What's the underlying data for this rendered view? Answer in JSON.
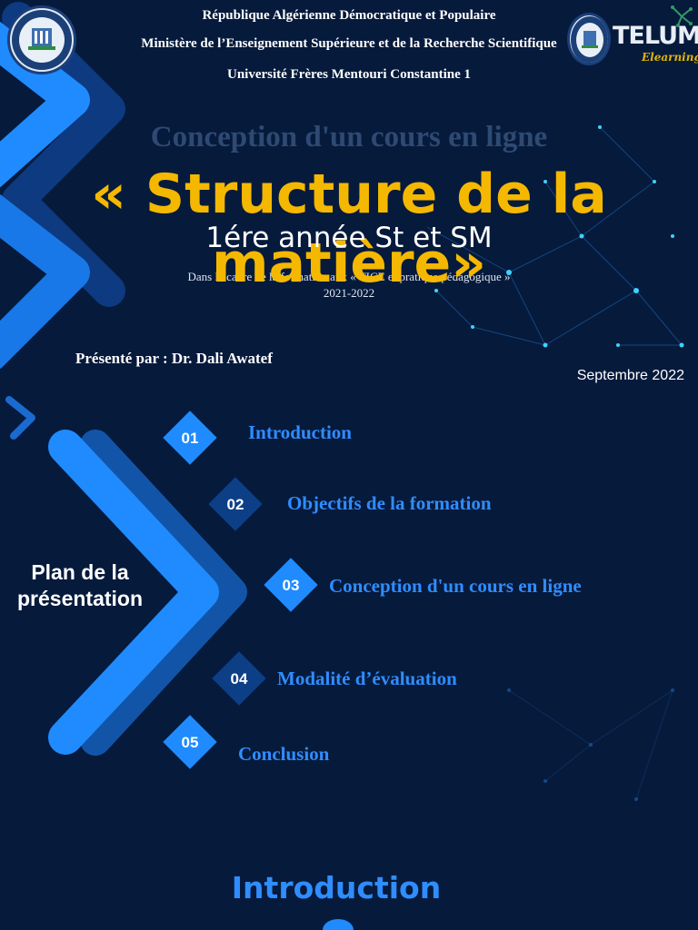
{
  "header": {
    "line1": "République Algérienne Démocratique et Populaire",
    "line2": "Ministère de l’Enseignement Supérieure et de la Recherche Scientifique",
    "line3": "Université Frères Mentouri Constantine 1"
  },
  "telum": {
    "name": "TELUM",
    "tagline": "Elearning"
  },
  "slide": {
    "ghost_title": "Conception d'un cours en ligne",
    "main_title": "« Structure de la matière»",
    "subtitle": "1ére année St et SM",
    "context": "Dans le cadre de la formation aux « TICE et pratique pédagogique  »",
    "years": "2021-2022",
    "presenter": "Présenté par :  Dr. Dali Awatef",
    "date": "Septembre 2022"
  },
  "plan": {
    "title": "Plan de la présentation",
    "items": [
      {
        "num": "01",
        "label": "Introduction"
      },
      {
        "num": "02",
        "label": "Objectifs de la formation"
      },
      {
        "num": "03",
        "label": "Conception d'un cours en ligne"
      },
      {
        "num": "04",
        "label": "Modalité d’évaluation"
      },
      {
        "num": "05",
        "label": "Conclusion"
      }
    ]
  },
  "next_section": {
    "title": "Introduction"
  },
  "colors": {
    "background": "#061a3c",
    "accent_blue": "#2f8dff",
    "title_yellow": "#f5b800"
  }
}
